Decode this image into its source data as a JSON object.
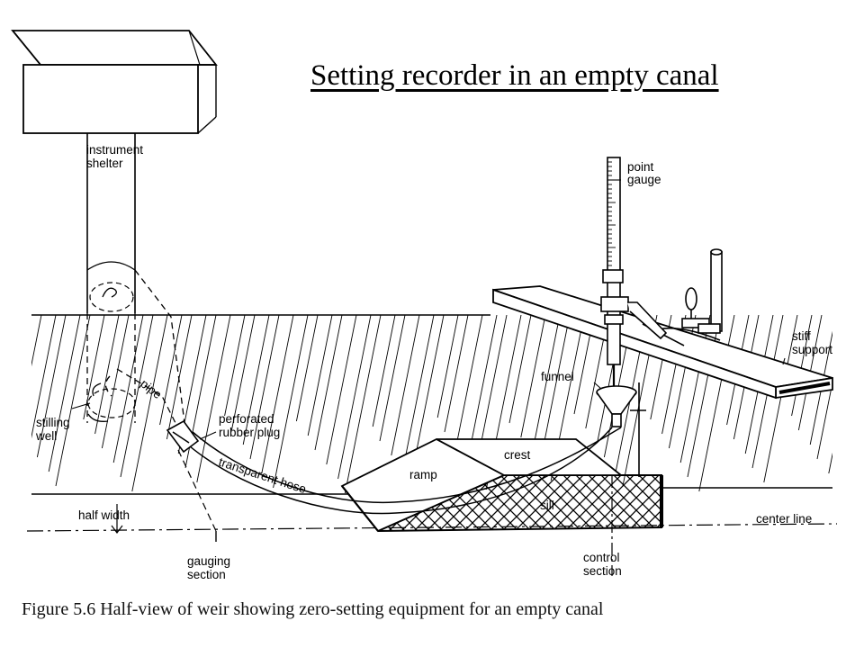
{
  "title": "Setting recorder in an empty canal",
  "caption": "Figure 5.6 Half-view of weir showing zero-setting equipment for an empty canal",
  "labels": {
    "instrument_shelter": [
      "instrument",
      "shelter"
    ],
    "point_gauge": [
      "point",
      "gauge"
    ],
    "stiff_support": [
      "stiff",
      "support"
    ],
    "funnel": "funnel",
    "pipe": "pipe",
    "stilling_well": [
      "stilling",
      "well"
    ],
    "perforated_rubber_plug": [
      "perforated",
      "rubber plug"
    ],
    "transparent_hose": "transparent hose",
    "crest": "crest",
    "ramp": "ramp",
    "sill": "sill",
    "half_width": "half width",
    "center_line": "center line",
    "gauging_section": [
      "gauging",
      "section"
    ],
    "control_section": [
      "control",
      "section"
    ]
  },
  "colors": {
    "ink": "#000000",
    "background": "#ffffff"
  }
}
